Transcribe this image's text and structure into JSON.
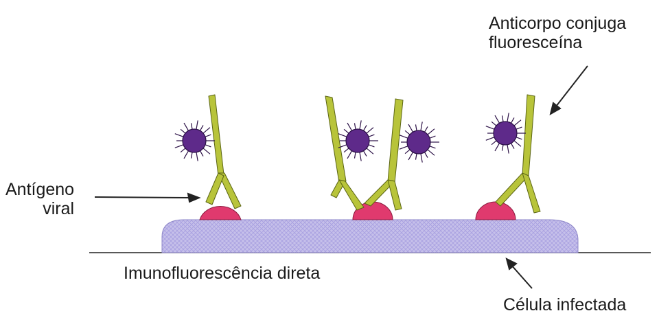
{
  "labels": {
    "antibody_line1": "Anticorpo conjuga",
    "antibody_line2": "fluoresceína",
    "antigen_line1": "Antígeno",
    "antigen_line2": "viral",
    "technique": "Imunofluorescência direta",
    "cell": "Célula infectada"
  },
  "colors": {
    "cell_fill": "#c6c0ea",
    "cell_hatch": "#a79fe0",
    "antigen_fill": "#e03a6e",
    "antibody_fill": "#b8c43a",
    "antibody_stroke": "#5a6414",
    "fluorescein_fill": "#5e2a8a",
    "fluorescein_stroke": "#2a0f45",
    "line": "#222222"
  }
}
